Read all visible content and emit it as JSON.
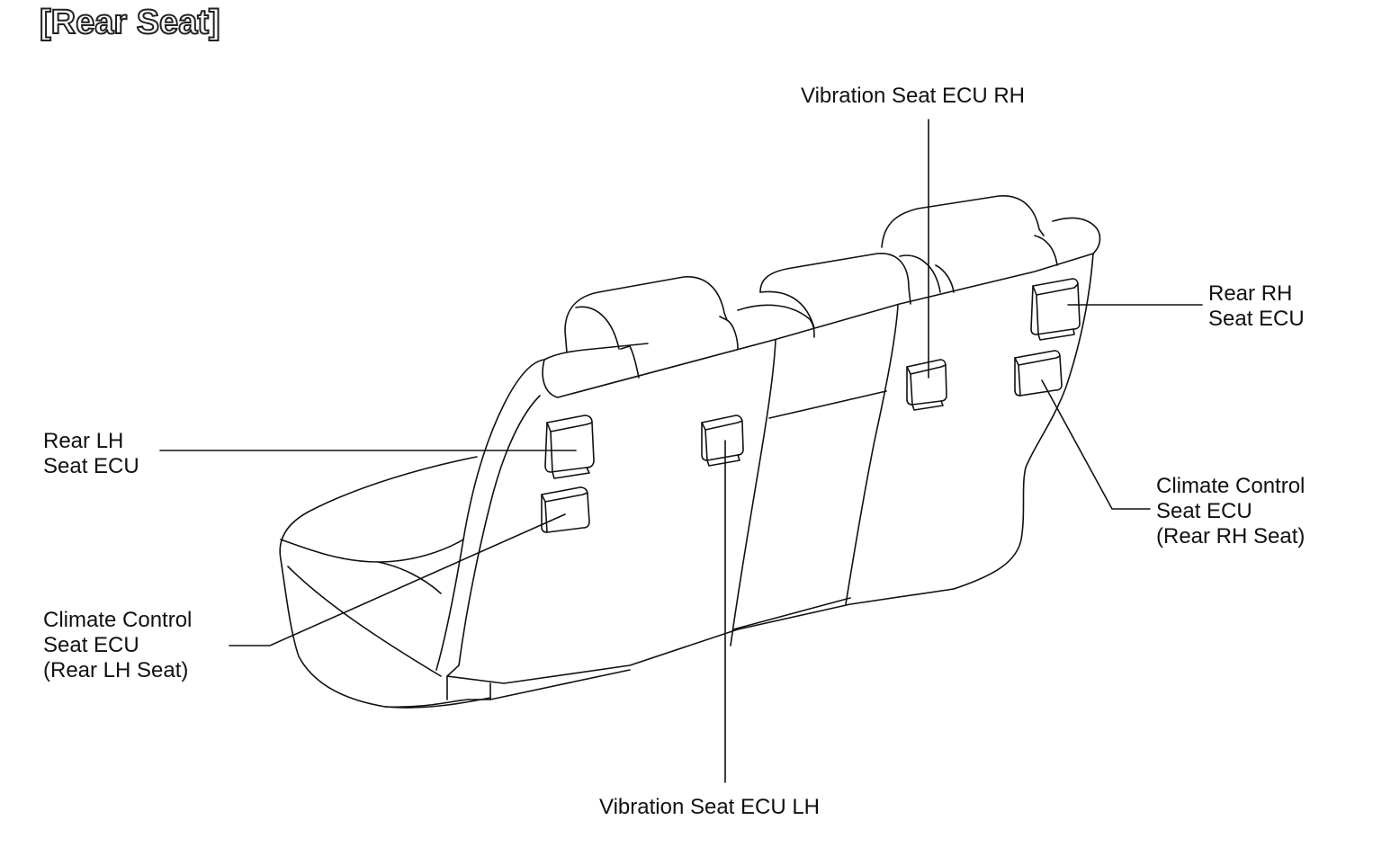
{
  "title": "[Rear Seat]",
  "labels": {
    "vibration_rh": [
      "Vibration Seat ECU RH"
    ],
    "rear_rh": [
      "Rear RH",
      "Seat ECU"
    ],
    "rear_lh": [
      "Rear LH",
      "Seat ECU"
    ],
    "climate_rh": [
      "Climate Control",
      "Seat ECU",
      "(Rear RH Seat)"
    ],
    "climate_lh": [
      "Climate Control",
      "Seat ECU",
      "(Rear LH Seat)"
    ],
    "vibration_lh": [
      "Vibration Seat ECU LH"
    ]
  },
  "colors": {
    "line": "#111111",
    "background": "#ffffff"
  }
}
